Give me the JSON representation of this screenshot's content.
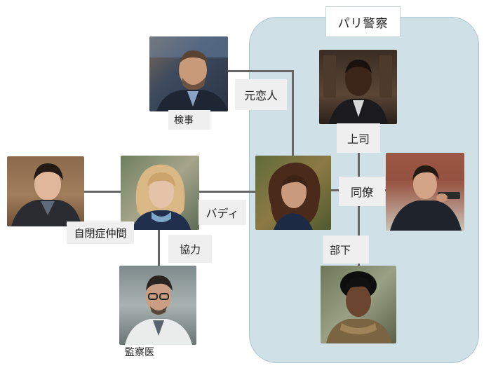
{
  "group": {
    "title": "パリ警察"
  },
  "edges": {
    "ex_lover": "元恋人",
    "boss": "上司",
    "colleague": "同僚",
    "subordinate": "部下",
    "buddy": "バディ",
    "autism_friend": "自閉症仲間",
    "cooperation": "協力"
  },
  "people": {
    "prosecutor": {
      "caption": "検事",
      "icon": "man-bearded-portrait"
    },
    "boss": {
      "icon": "man-dark-suit-portrait"
    },
    "heroine": {
      "icon": "woman-curly-hair-portrait"
    },
    "colleague": {
      "icon": "man-with-gun-portrait"
    },
    "subordinate": {
      "icon": "man-young-curly-portrait"
    },
    "partner": {
      "icon": "woman-blonde-portrait"
    },
    "autistic_friend": {
      "icon": "man-dark-hair-portrait"
    },
    "examiner": {
      "caption": "監察医",
      "icon": "man-glasses-lab-coat-portrait"
    }
  },
  "colors": {
    "group_background": "#cfe0e6",
    "connector": "#666666",
    "label_background": "#efefef"
  }
}
